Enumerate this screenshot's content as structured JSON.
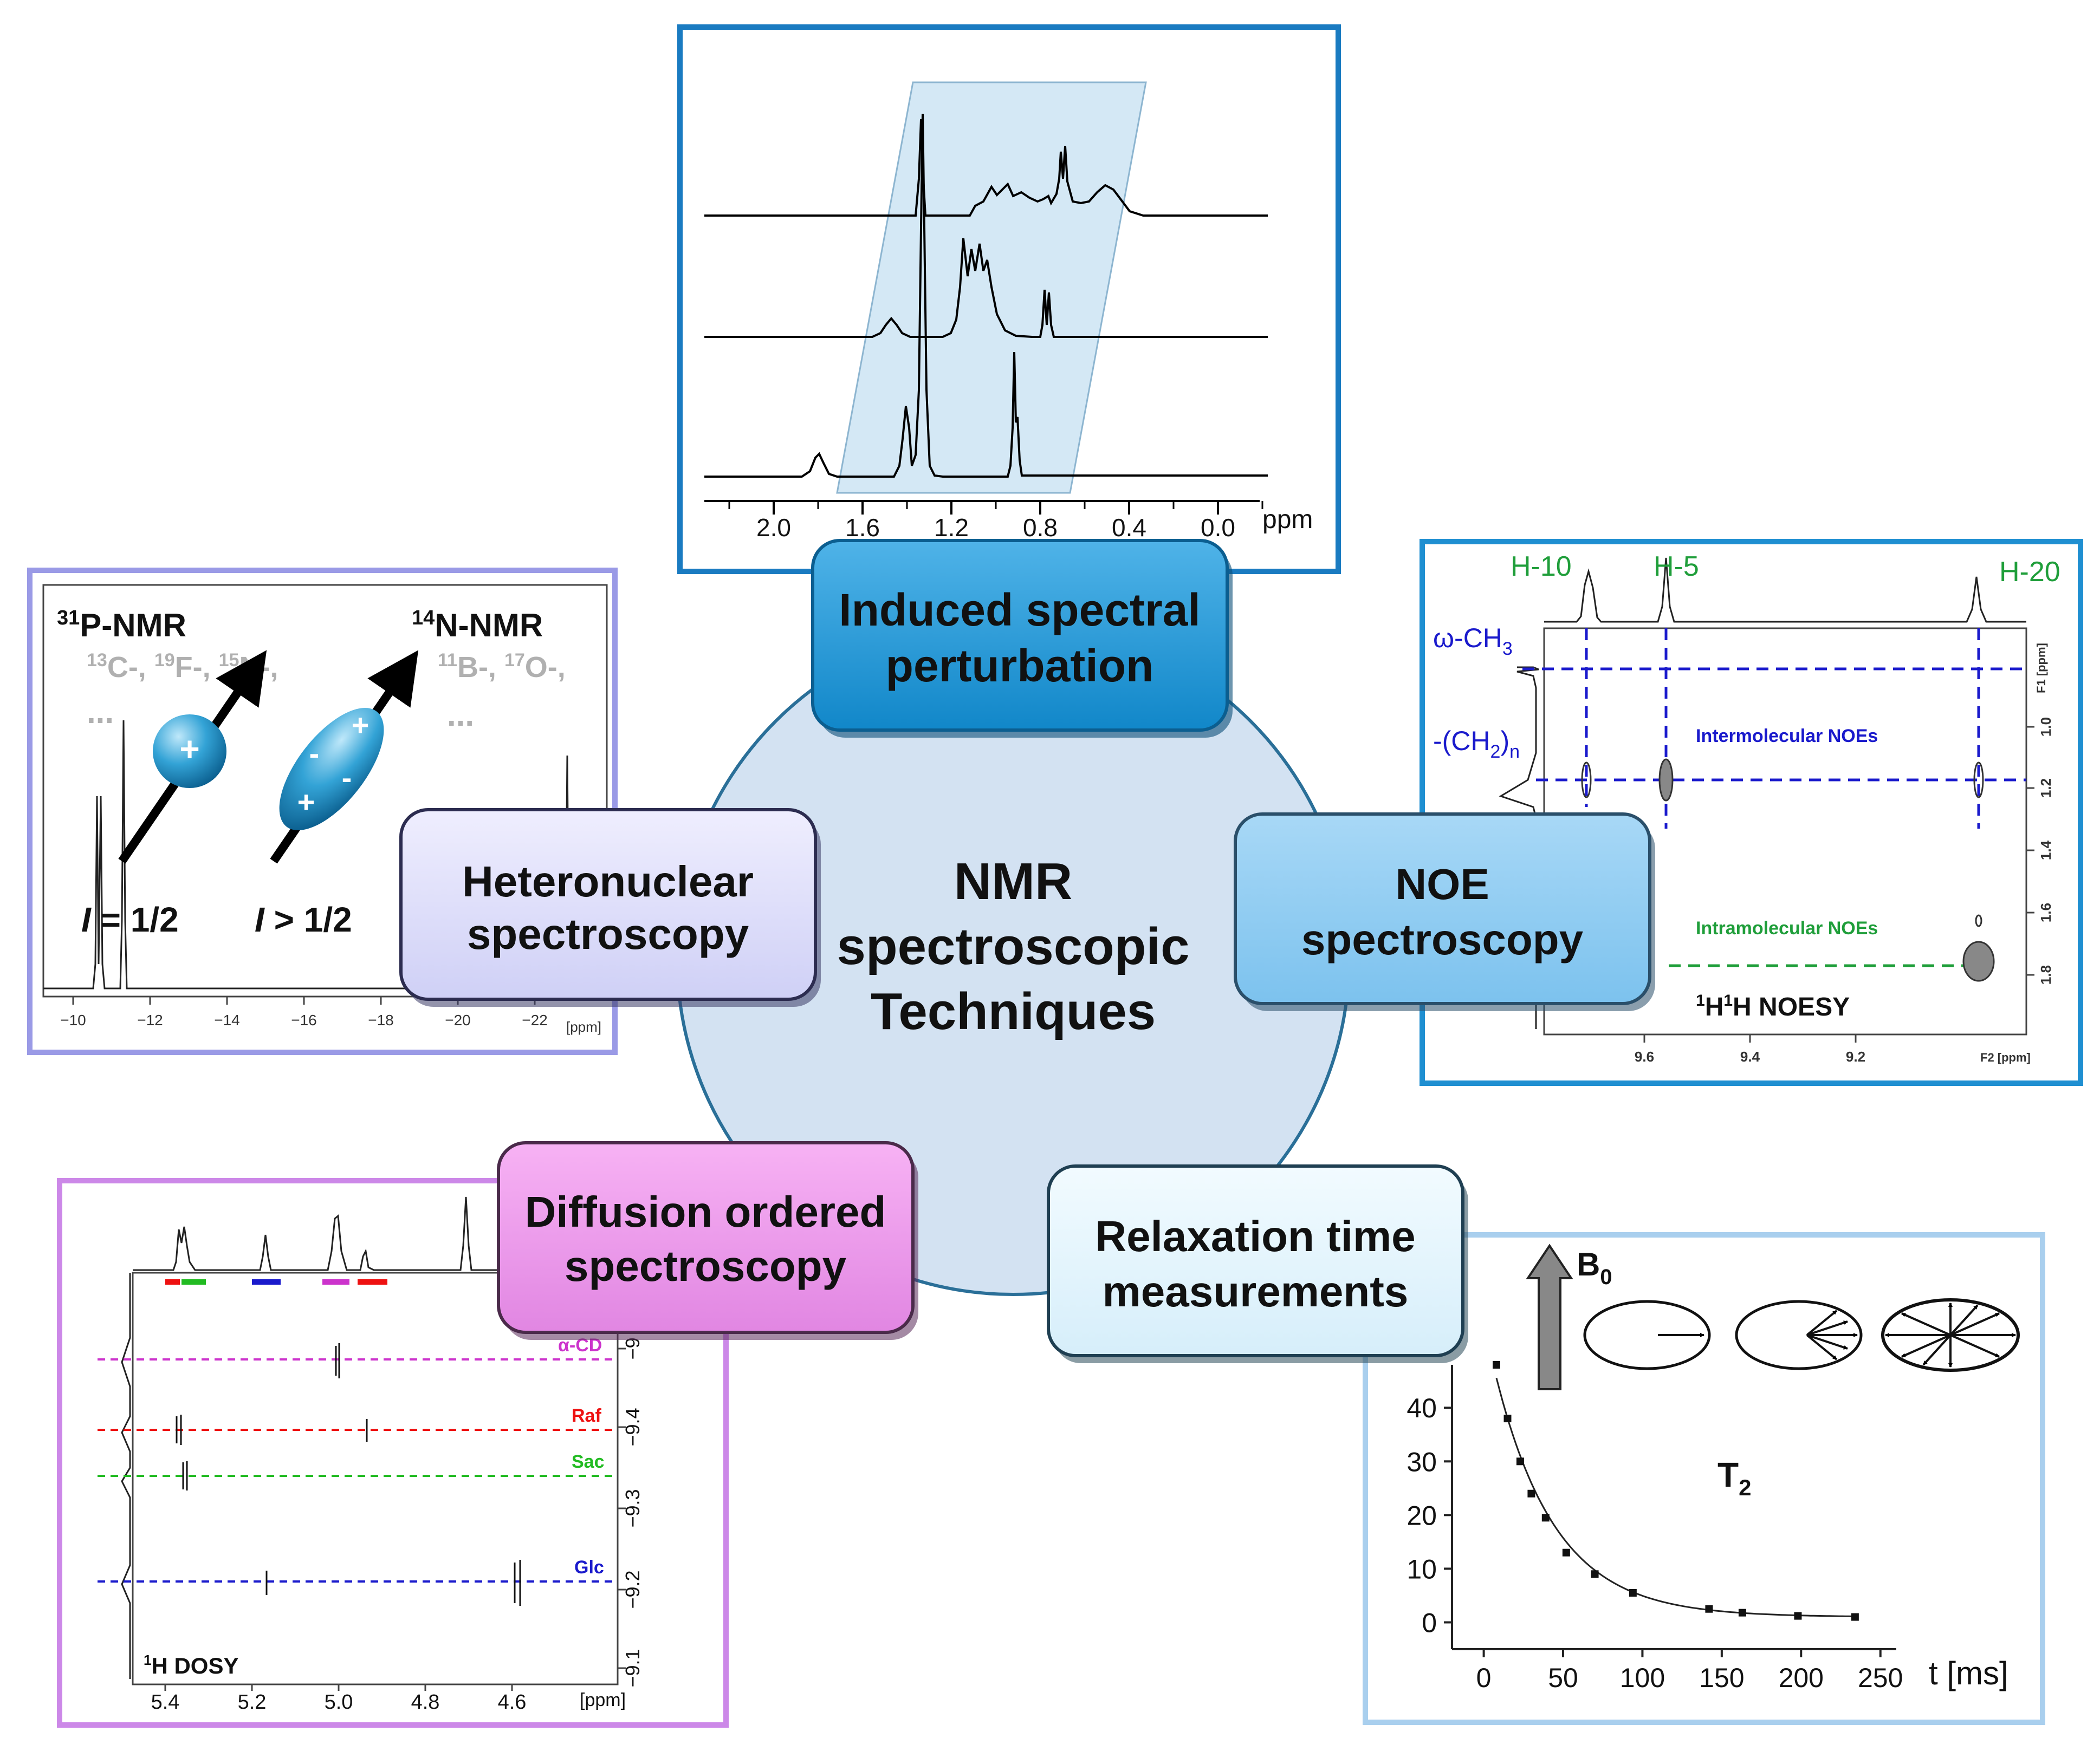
{
  "center": {
    "line1": "NMR",
    "line2": "spectroscopic",
    "line3": "Techniques"
  },
  "buttons": {
    "induced": {
      "line1": "Induced spectral",
      "line2": "perturbation"
    },
    "hetero": {
      "line1": "Heteronuclear",
      "line2": "spectroscopy"
    },
    "noe": {
      "line1": "NOE",
      "line2": "spectroscopy"
    },
    "diffusion": {
      "line1": "Diffusion ordered",
      "line2": "spectroscopy"
    },
    "relax": {
      "line1": "Relaxation time",
      "line2": "measurements"
    }
  },
  "induced_panel": {
    "ticks": [
      "2.0",
      "1.6",
      "1.2",
      "0.8",
      "0.4",
      "0.0"
    ],
    "unit": "ppm"
  },
  "hetero_panel": {
    "p31": "P-NMR",
    "p31_sup": "31",
    "n14": "N-NMR",
    "n14_sup": "14",
    "left_nuclei": {
      "s1": "13",
      "t1": "C-, ",
      "s2": "19",
      "t2": "F-, ",
      "s3": "15",
      "t3": "N-,"
    },
    "right_nuclei": {
      "s1": "11",
      "t1": "B-, ",
      "s2": "17",
      "t2": "O-,"
    },
    "ellipsis": "...",
    "spin_left": "= 1/2",
    "spin_right": "> 1/2",
    "spin_symbol": "I",
    "ticks": [
      "-10",
      "-12",
      "-14",
      "-16",
      "-18",
      "-20",
      "-22"
    ],
    "unit": "[ppm]",
    "charges": {
      "plus": "+",
      "minus": "-"
    }
  },
  "noe_panel": {
    "peaks": [
      "H-10",
      "H-5",
      "H-20"
    ],
    "omega": "ω-CH",
    "omega_sub": "3",
    "ch2": "-(CH",
    "ch2_sub": "2",
    "ch2_end": ")",
    "ch2_n": "n",
    "inter": "Intermolecular NOEs",
    "intra": "Intramolecular NOEs",
    "title_sup": "1",
    "title_h": "H",
    "title_rest": "H NOESY",
    "x_ticks": [
      "9.6",
      "9.4",
      "9.2"
    ],
    "x_unit": "F2 [ppm]",
    "y_ticks": [
      "1.0",
      "1.2",
      "1.4",
      "1.6",
      "1.8"
    ],
    "y_unit": "F1 [ppm]",
    "colors": {
      "peak_labels": "#1f9e3a",
      "labels": "#1a1acc",
      "lines": "#1a1acc"
    }
  },
  "dosy_panel": {
    "labels": [
      "α-CD",
      "Raf",
      "Sac",
      "Glc"
    ],
    "label_colors": [
      "#cc33cc",
      "#ee1111",
      "#22bb22",
      "#1a1acc"
    ],
    "title_sup": "1",
    "title": "H DOSY",
    "x_ticks": [
      "5.4",
      "5.2",
      "5.0",
      "4.8",
      "4.6"
    ],
    "x_unit": "[ppm]",
    "y_ticks": [
      "-9",
      "-9.4",
      "-9.3",
      "-9.2",
      "-9.1"
    ]
  },
  "relax_panel": {
    "b0": "B",
    "b0_sub": "0",
    "t2": "T",
    "t2_sub": "2",
    "y_ticks": [
      "40",
      "30",
      "20",
      "10",
      "0"
    ],
    "x_ticks": [
      "0",
      "50",
      "100",
      "150",
      "200",
      "250"
    ],
    "x_unit": "t [ms]"
  },
  "chart_data": {
    "type": "scatter",
    "title": "",
    "xlabel": "t [ms]",
    "ylabel": "",
    "xlim": [
      -20,
      260
    ],
    "ylim": [
      -5,
      48
    ],
    "series": [
      {
        "x": [
          8,
          15,
          23,
          30,
          39,
          52,
          70,
          94,
          142,
          163,
          198,
          234
        ],
        "y": [
          48,
          38,
          30,
          24,
          19.5,
          13,
          9,
          5.5,
          2.5,
          1.8,
          1.2,
          1
        ]
      }
    ]
  }
}
